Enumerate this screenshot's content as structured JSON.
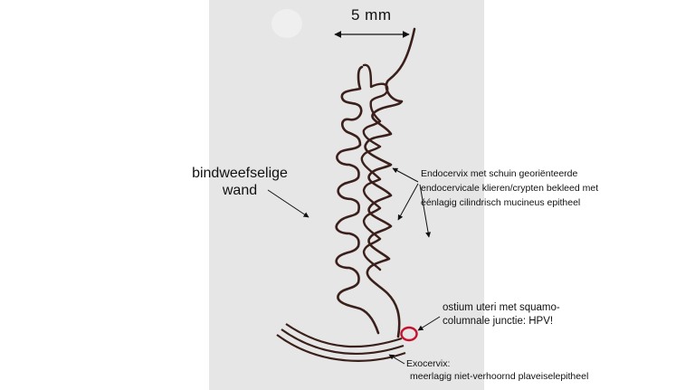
{
  "scale_bar": {
    "label": "5 mm"
  },
  "labels": {
    "wall": "bindweefselige wand",
    "endocervix": "Endocervix met schuin georiënteerde endocervicale klieren/crypten bekleed met éénlagig cilindrisch mucineus epitheel",
    "ostium": "ostium uteri met squamo-columnale junctie: HPV!",
    "exocervix_title": "Exocervix:",
    "exocervix_desc": "meerlagig niet-verhoornd plaveiselepitheel"
  },
  "colors": {
    "panel": "#e6e6e6",
    "outline": "#3a1f1a",
    "junction_ring": "#c8102e",
    "arrow": "#111111"
  }
}
